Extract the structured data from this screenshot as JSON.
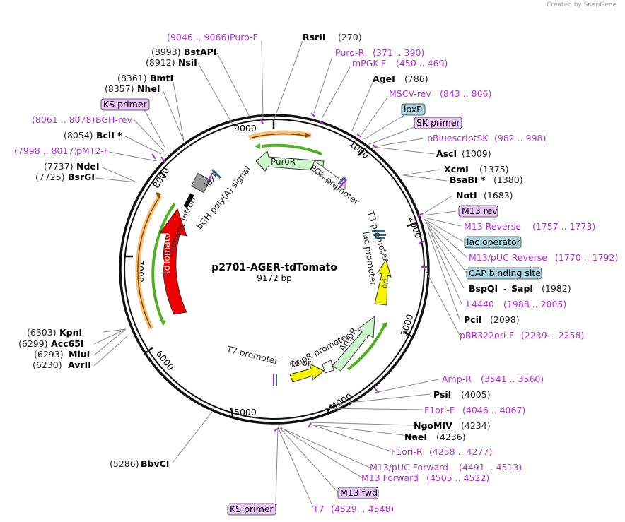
{
  "credit": "Created by SnapGene",
  "title": "p2701-AGER-tdTomato",
  "length": "9172 bp",
  "ticks": [
    "1000",
    "2000",
    "3000",
    "4000",
    "5000",
    "6000",
    "7000",
    "8000",
    "9000"
  ],
  "labels": {
    "puro_f_pos": "(9046 .. 9066)",
    "puro_f": "Puro-F",
    "rsrii": "RsrII",
    "rsrii_pos": "(270)",
    "puro_r": "Puro-R",
    "puro_r_pos": "(371 .. 390)",
    "mpgk_f": "mPGK-F",
    "mpgk_f_pos": "(450 .. 469)",
    "agei": "AgeI",
    "agei_pos": "(786)",
    "mscv_rev": "MSCV-rev",
    "mscv_rev_pos": "(843 .. 866)",
    "loxp_r": "loxP",
    "sk_primer": "SK primer",
    "pbluescriptsk": "pBluescriptSK",
    "pbluescriptsk_pos": "(982 .. 998)",
    "asci": "AscI",
    "asci_pos": "(1009)",
    "xcmi": "XcmI",
    "xcmi_pos": "(1375)",
    "bsabi": "BsaBI *",
    "bsabi_pos": "(1380)",
    "noti": "NotI",
    "noti_pos": "(1683)",
    "m13rev_box": "M13 rev",
    "m13_reverse": "M13 Reverse",
    "m13_reverse_pos": "(1757 .. 1773)",
    "lac_operator": "lac operator",
    "m13puc_rev": "M13/pUC Reverse",
    "m13puc_rev_pos": "(1770 .. 1792)",
    "cap_site": "CAP binding site",
    "bspqi": "BspQI",
    "dash": "-",
    "sapi": "SapI",
    "sapi_pos": "(1982)",
    "l4440": "L4440",
    "l4440_pos": "(1988 .. 2005)",
    "pcii": "PciI",
    "pcii_pos": "(2098)",
    "pbr322": "pBR322ori-F",
    "pbr322_pos": "(2239 .. 2258)",
    "amp_r": "Amp-R",
    "amp_r_pos": "(3541 .. 3560)",
    "psii": "PsiI",
    "psii_pos": "(4005)",
    "f1ori_f": "F1ori-F",
    "f1ori_f_pos": "(4046 .. 4067)",
    "ngomiv": "NgoMIV",
    "ngomiv_pos": "(4234)",
    "naei": "NaeI",
    "naei_pos": "(4236)",
    "f1ori_r": "F1ori-R",
    "f1ori_r_pos": "(4258 .. 4277)",
    "m13puc_fwd": "M13/pUC Forward",
    "m13puc_fwd_pos": "(4491 .. 4513)",
    "m13_forward": "M13 Forward",
    "m13_forward_pos": "(4505 .. 4522)",
    "m13fwd_box": "M13 fwd",
    "t7": "T7",
    "t7_pos": "(4529 .. 4548)",
    "ks_primer_bottom": "KS primer",
    "bbvci_pos": "(5286)",
    "bbvci": "BbvCI",
    "kpni_pos": "(6303)",
    "kpni": "KpnI",
    "acc65i_pos": "(6299)",
    "acc65i": "Acc65I",
    "mlui_pos": "(6293)",
    "mlui": "MluI",
    "avrii_pos": "(6230)",
    "avrii": "AvrII",
    "ndei_pos": "(7737)",
    "ndei": "NdeI",
    "bsrgi_pos": "(7725)",
    "bsrgi": "BsrGI",
    "pmt2f_pos": "(7998 .. 8017)",
    "pmt2f": "pMT2-F",
    "bcli_pos": "(8054)",
    "bcli": "BclI *",
    "bghrev_pos": "(8061 .. 8078)",
    "bghrev": "BGH-rev",
    "ks_primer_top": "KS primer",
    "nhei_pos": "(8357)",
    "nhei": "NheI",
    "bmti_pos": "(8361)",
    "bmti": "BmtI",
    "nsii_pos": "(8912)",
    "nsii": "NsiI",
    "bstapi_pos": "(8993)",
    "bstapi": "BstAPI"
  },
  "inner": {
    "puror": "PuroR",
    "pgk_promoter": "PGK promoter",
    "t3_promoter": "T3 promoter",
    "lac_promoter": "lac promoter",
    "ori": "ori",
    "ampr": "AmpR",
    "ampr_promoter": "AmpR promoter",
    "f1_ori": "f1 ori",
    "t7_promoter": "T7 promoter",
    "tdtomato": "tdTomato",
    "chimeric_intron": "chimeric intron",
    "bgh": "bGH poly(A) signal",
    "loxp": "loxP"
  },
  "colors": {
    "enzyme_text": "#000000",
    "feature_text": "#b030d8",
    "primer_box": "#e8c6f5",
    "feature_box": "#a9d4df",
    "tdtomato": "#ee0000",
    "ori": "#f5f500",
    "puror": "#ccf5cc",
    "ampr": "#ccf5cc",
    "orange_bar": "#f5c27a",
    "green_bar": "#50b020"
  }
}
